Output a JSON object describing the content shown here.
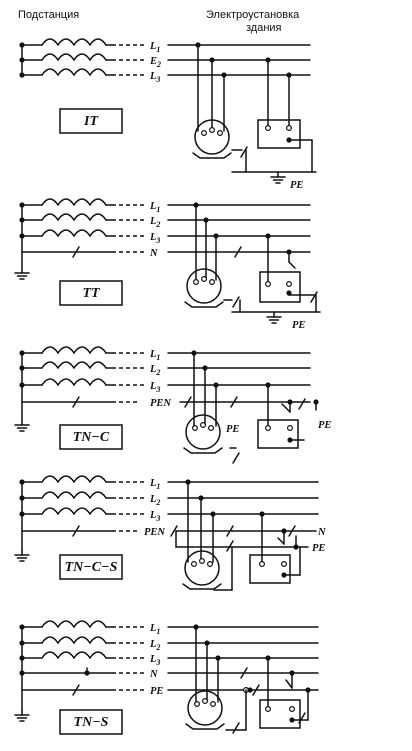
{
  "header": {
    "left": "Подстанция",
    "right_line1": "Электроустановка",
    "right_line2": "здания"
  },
  "systems": [
    {
      "name": "IT",
      "conductors": [
        "L1",
        "E2",
        "L3"
      ],
      "pe_label": "PE",
      "pen_label": ""
    },
    {
      "name": "TT",
      "conductors": [
        "L1",
        "L2",
        "L3",
        "N"
      ],
      "pe_label": "PE",
      "pen_label": ""
    },
    {
      "name": "TN−C",
      "conductors": [
        "L1",
        "L2",
        "L3"
      ],
      "pe_label": "PE",
      "pen_label": "PEN",
      "pe_label_right": "PE"
    },
    {
      "name": "TN−C−S",
      "conductors": [
        "L1",
        "L2",
        "L3"
      ],
      "pe_label": "PE",
      "pen_label": "PEN",
      "n_label": "N"
    },
    {
      "name": "TN−S",
      "conductors": [
        "L1",
        "L2",
        "L3",
        "N",
        "PE"
      ],
      "pe_label": "PE",
      "pen_label": ""
    }
  ]
}
